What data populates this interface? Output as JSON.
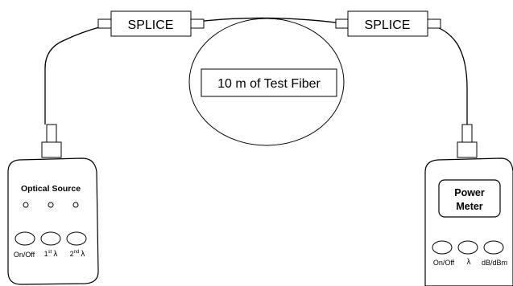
{
  "splices": [
    {
      "label": "SPLICE"
    },
    {
      "label": "SPLICE"
    }
  ],
  "test_fiber": {
    "label": "10 m of Test Fiber"
  },
  "optical_source": {
    "title": "Optical Source",
    "buttons": [
      {
        "label": "On/Off"
      },
      {
        "label": "1",
        "sup": "st",
        "symbol": "λ"
      },
      {
        "label": "2",
        "sup": "nd",
        "symbol": "λ"
      }
    ]
  },
  "power_meter": {
    "title_line1": "Power",
    "title_line2": "Meter",
    "buttons": [
      {
        "label": "On/Off"
      },
      {
        "label": "λ"
      },
      {
        "label": "dB/dBm"
      }
    ]
  }
}
